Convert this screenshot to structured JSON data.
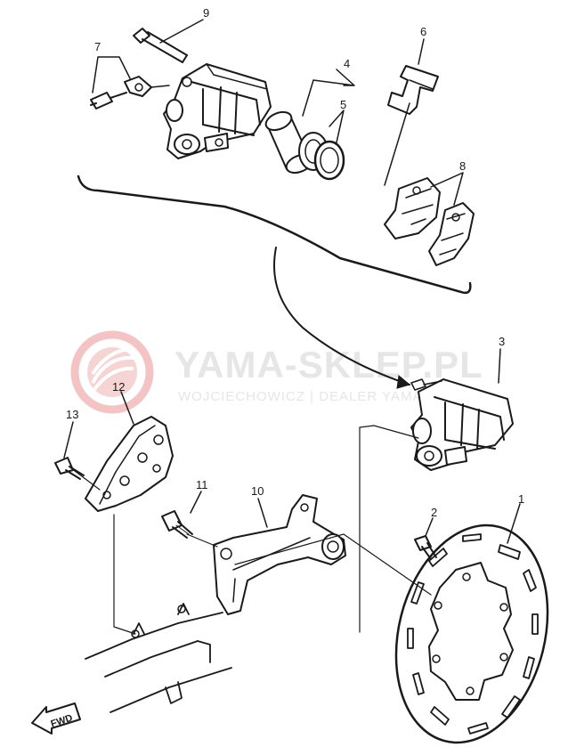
{
  "watermark": {
    "brand": "YAMA-SKLEP.PL",
    "tagline": "WOJCIECHOWICZ | DEALER YAMAHA",
    "logo_color": "#f2b8b8",
    "text_color": "#e6e6e6"
  },
  "callouts": {
    "c1": "1",
    "c2": "2",
    "c3": "3",
    "c4": "4",
    "c5": "5",
    "c6": "6",
    "c7": "7",
    "c8": "8",
    "c9": "9",
    "c10": "10",
    "c11": "11",
    "c12": "12",
    "c13": "13"
  },
  "direction_marker": "FWD",
  "parts": [
    {
      "ref": "1",
      "icon": "brake-disc-icon"
    },
    {
      "ref": "2",
      "icon": "disc-bolt-icon"
    },
    {
      "ref": "3",
      "icon": "caliper-assembly-icon"
    },
    {
      "ref": "4",
      "icon": "piston-icon"
    },
    {
      "ref": "5",
      "icon": "piston-seal-icon"
    },
    {
      "ref": "6",
      "icon": "pad-spring-icon"
    },
    {
      "ref": "7",
      "icon": "bleed-screw-icon"
    },
    {
      "ref": "8",
      "icon": "brake-pad-icon"
    },
    {
      "ref": "9",
      "icon": "pad-pin-icon"
    },
    {
      "ref": "10",
      "icon": "caliper-bracket-icon"
    },
    {
      "ref": "11",
      "icon": "bracket-bolt-icon"
    },
    {
      "ref": "12",
      "icon": "disc-guard-icon"
    },
    {
      "ref": "13",
      "icon": "guard-bolt-icon"
    }
  ]
}
